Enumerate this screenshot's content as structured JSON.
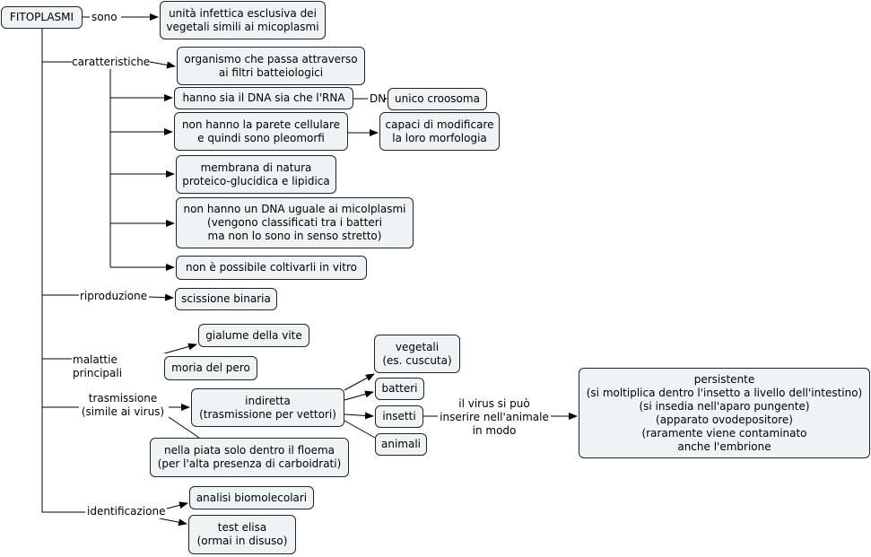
{
  "nodes": {
    "root": "FITOPLASMI",
    "def": "unità infettica esclusiva dei\nvegetali simili ai micoplasmi",
    "c1": "organismo che passa attraverso\nai filtri batteiologici",
    "c2": "hanno sia il DNA sia che l'RNA",
    "c2a": "unico croosoma",
    "c3": "non hanno la parete cellulare\ne quindi sono pleomorfi",
    "c3a": "capaci di modificare\nla loro morfologia",
    "c4": "membrana di natura\nproteico-glucidica e lipidica",
    "c5": "non hanno un DNA uguale ai micolplasmi\n(vengono classificati tra i batteri\nma non lo sono in senso stretto)",
    "c6": "non è possibile coltivarli in vitro",
    "r1": "scissione binaria",
    "m1": "gialume della vite",
    "m2": "moria del pero",
    "t1": "indiretta\n(trasmissione per vettori)",
    "t2": "nella piata solo dentro il floema\n(per l'alta presenza di carboidrati)",
    "v1": "vegetali\n(es. cuscuta)",
    "v2": "batteri",
    "v3": "insetti",
    "v4": "animali",
    "p1": "persistente\n(si moltiplica dentro l'insetto a livello dell'intestino)\n(si insedia nell'aparo pungente)\n(apparato ovodepositore)\n(raramente viene contaminato\nanche l'embrione",
    "i1": "analisi biomolecolari",
    "i2": "test elisa\n(ormai in disuso)"
  },
  "links": {
    "sono": "sono",
    "caratteristiche": "caratteristiche",
    "dna": "DNA",
    "riproduzione": "riproduzione",
    "malattie": "malattie principali",
    "trasmissione": "trasmissione\n(simile ai virus)",
    "inserire": "il virus si può\ninserire nell'animale\nin modo",
    "identificazione": "identificazione"
  },
  "colors": {
    "node_fill": "#eef4f5",
    "border": "#222222",
    "line": "#000000"
  }
}
